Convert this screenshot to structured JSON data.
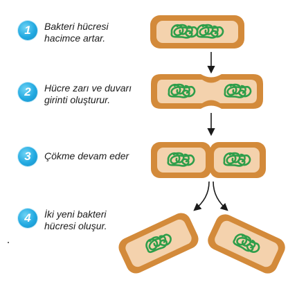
{
  "steps": [
    {
      "number": "1",
      "text": "Bakteri hücresi\nhacimce artar."
    },
    {
      "number": "2",
      "text": "Hücre zarı ve duvarı\ngirinti oluşturur."
    },
    {
      "number": "3",
      "text": "Çökme devam eder"
    },
    {
      "number": "4",
      "text": "İki yeni bakteri\nhücresi oluşur."
    }
  ],
  "colors": {
    "badge": "#22a9e1",
    "cell_wall": "#d38a3a",
    "cytoplasm": "#f4d2ad",
    "dna": "#2e9e4a",
    "arrow": "#1a1a1a"
  }
}
